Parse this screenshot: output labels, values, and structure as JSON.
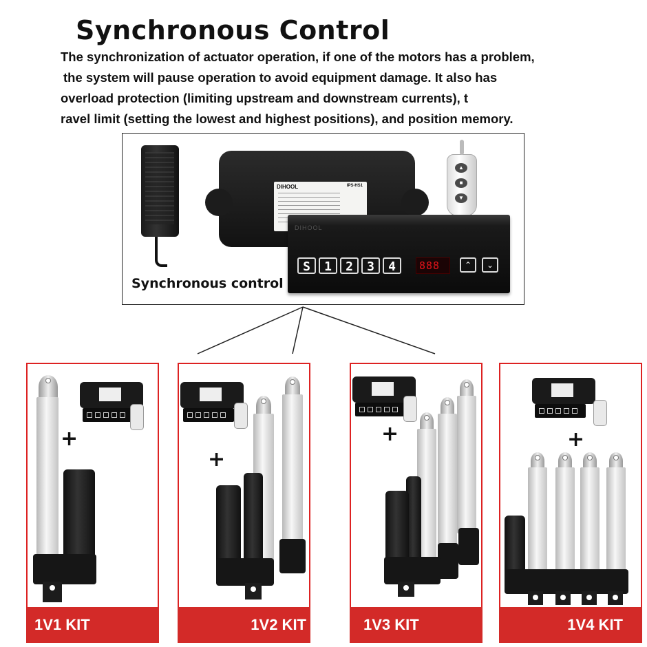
{
  "header": {
    "title": "Synchronous Control",
    "description_lines": [
      "The synchronization of actuator operation, if one of the motors has a problem,",
      "the system will pause operation to avoid equipment damage. It also has",
      "overload protection (limiting upstream and downstream currents), t",
      "ravel limit (setting the lowest and highest positions), and position memory."
    ]
  },
  "hub": {
    "label": "Synchronous control",
    "brand": "DIHOOL",
    "model": "IPS-HS1",
    "panel_brand": "DIHOOL",
    "keys": [
      "S",
      "1",
      "2",
      "3",
      "4"
    ],
    "display": "888",
    "up_arrow": "⌃",
    "down_arrow": "⌄"
  },
  "kits": [
    {
      "label": "1V1 KIT",
      "actuators": 1
    },
    {
      "label": "1V2 KIT",
      "actuators": 2
    },
    {
      "label": "1V3 KIT",
      "actuators": 3
    },
    {
      "label": "1V4 KIT",
      "actuators": 4
    }
  ],
  "plus_sign": "+",
  "colors": {
    "accent": "#d32a28",
    "text": "#111111",
    "display": "#e3141a"
  }
}
